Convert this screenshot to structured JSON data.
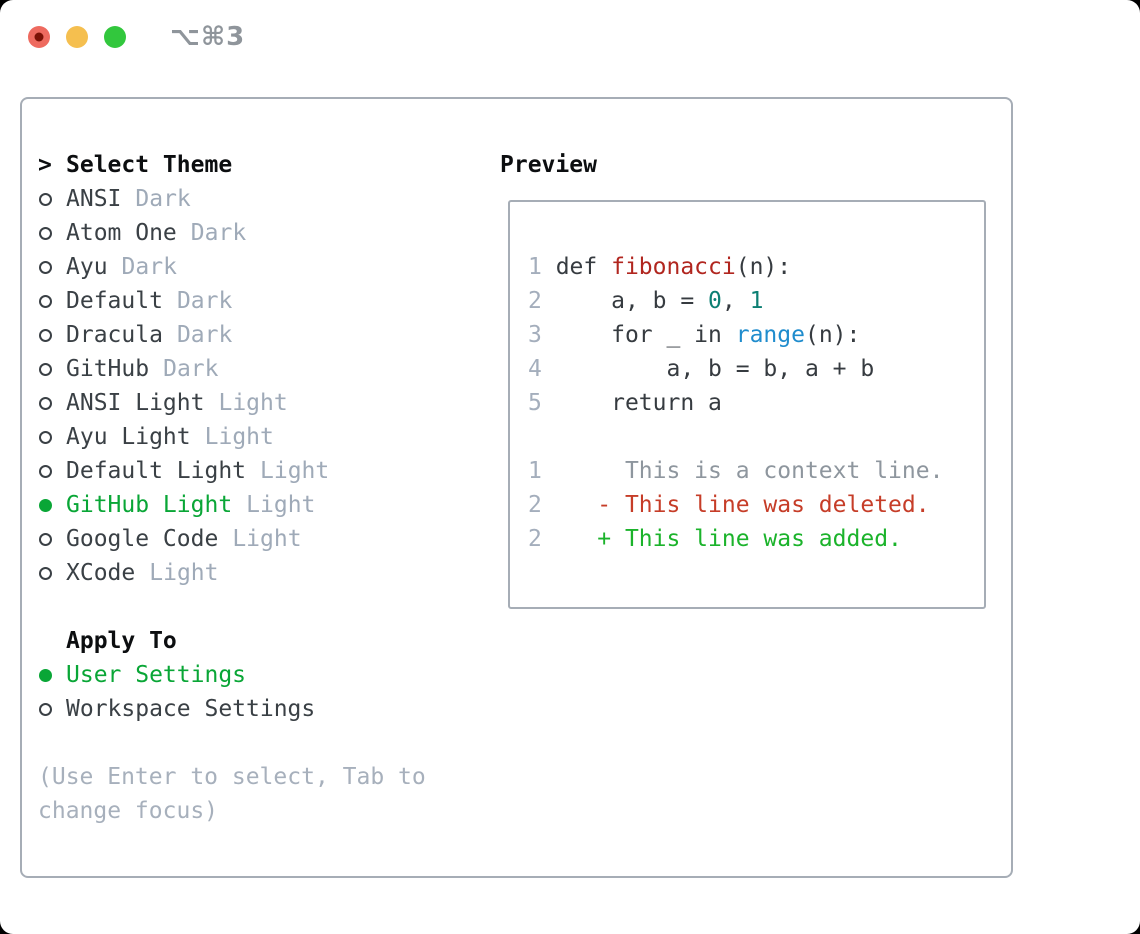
{
  "window": {
    "title": "⌥⌘3"
  },
  "traffic_lights": {
    "close": "#ee6a5f",
    "close_dot": "#7c1206",
    "minimize": "#f5bf4f",
    "zoom": "#32c73d"
  },
  "theme_panel": {
    "header": {
      "cursor": ">",
      "label": "Select Theme"
    },
    "themes": [
      {
        "name": "ANSI",
        "variant": "Dark",
        "selected": false
      },
      {
        "name": "Atom One",
        "variant": "Dark",
        "selected": false
      },
      {
        "name": "Ayu",
        "variant": "Dark",
        "selected": false
      },
      {
        "name": "Default",
        "variant": "Dark",
        "selected": false
      },
      {
        "name": "Dracula",
        "variant": "Dark",
        "selected": false
      },
      {
        "name": "GitHub",
        "variant": "Dark",
        "selected": false
      },
      {
        "name": "ANSI Light",
        "variant": "Light",
        "selected": false
      },
      {
        "name": "Ayu Light",
        "variant": "Light",
        "selected": false
      },
      {
        "name": "Default Light",
        "variant": "Light",
        "selected": false
      },
      {
        "name": "GitHub Light",
        "variant": "Light",
        "selected": true
      },
      {
        "name": "Google Code",
        "variant": "Light",
        "selected": false
      },
      {
        "name": "XCode",
        "variant": "Light",
        "selected": false
      }
    ],
    "apply_to": {
      "label": "Apply To",
      "options": [
        {
          "name": "User Settings",
          "selected": true
        },
        {
          "name": "Workspace Settings",
          "selected": false
        }
      ]
    },
    "hint_lines": [
      "(Use Enter to select, Tab to",
      "change focus)"
    ]
  },
  "preview": {
    "label": "Preview",
    "lines": [
      {
        "num": "1",
        "segments": [
          {
            "text": "def ",
            "color": "code_default"
          },
          {
            "text": "fibonacci",
            "color": "func_red"
          },
          {
            "text": "(n):",
            "color": "code_default"
          }
        ]
      },
      {
        "num": "2",
        "segments": [
          {
            "text": "    a, b = ",
            "color": "code_default"
          },
          {
            "text": "0",
            "color": "num_teal"
          },
          {
            "text": ", ",
            "color": "code_default"
          },
          {
            "text": "1",
            "color": "num_teal"
          }
        ]
      },
      {
        "num": "3",
        "segments": [
          {
            "text": "    for _ in ",
            "color": "code_default"
          },
          {
            "text": "range",
            "color": "builtin_blue"
          },
          {
            "text": "(n):",
            "color": "code_default"
          }
        ]
      },
      {
        "num": "4",
        "segments": [
          {
            "text": "        a, b = b, a + b",
            "color": "code_default"
          }
        ]
      },
      {
        "num": "5",
        "segments": [
          {
            "text": "    return a",
            "color": "code_default"
          }
        ]
      },
      {
        "num": "",
        "segments": []
      },
      {
        "num": "1",
        "segments": [
          {
            "text": "     This is a context line.",
            "color": "context_gray"
          }
        ]
      },
      {
        "num": "2",
        "segments": [
          {
            "text": "   ",
            "color": "code_default"
          },
          {
            "text": "- This line was deleted.",
            "color": "deleted_red"
          }
        ]
      },
      {
        "num": "2",
        "segments": [
          {
            "text": "   ",
            "color": "code_default"
          },
          {
            "text": "+ This line was added.",
            "color": "added_green"
          }
        ]
      }
    ]
  },
  "colors": {
    "code_default": "#363b40",
    "func_red": "#b1261f",
    "num_teal": "#0c7f73",
    "builtin_blue": "#1f8ccd",
    "context_gray": "#8e969e",
    "deleted_red": "#c63d28",
    "added_green": "#1bb32b",
    "linenum": "#a4aebc",
    "green_selected": "#09a636",
    "dark_text": "#3a4045",
    "variant_gray": "#9faab8",
    "hint_gray": "#a7b0bc",
    "heading_black": "#0c0e10",
    "border_gray": "#a6adb6",
    "title_gray": "#8f959b"
  }
}
